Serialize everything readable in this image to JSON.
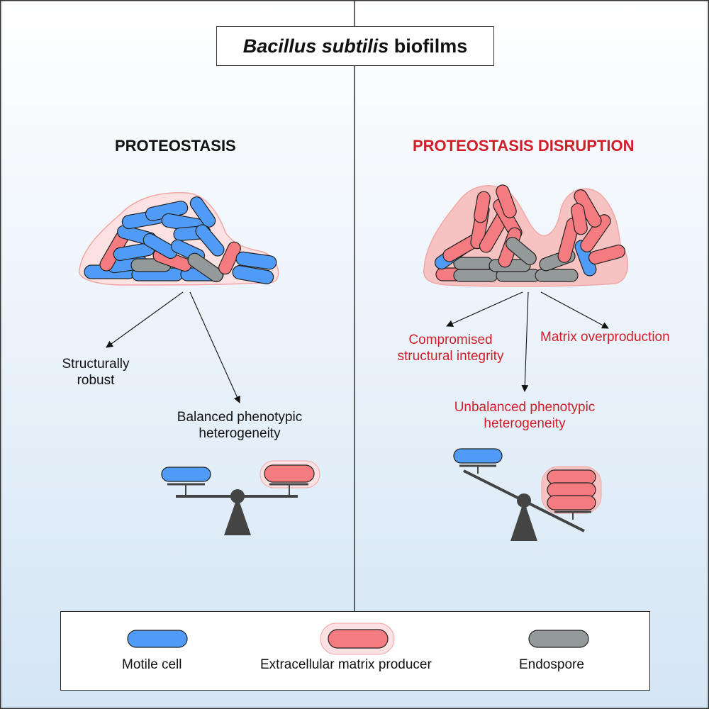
{
  "title": {
    "italic": "Bacillus subtilis",
    "rest": "biofilms"
  },
  "left_panel": {
    "heading": "PROTEOSTASIS",
    "outcome_1": "Structurally\nrobust",
    "outcome_2": "Balanced phenotypic\nheterogeneity"
  },
  "right_panel": {
    "heading": "PROTEOSTASIS DISRUPTION",
    "outcome_1": "Compromised\nstructural integrity",
    "outcome_2": "Matrix overproduction",
    "outcome_3": "Unbalanced phenotypic\nheterogeneity"
  },
  "legend": {
    "motile": "Motile cell",
    "matrix": "Extracellular matrix producer",
    "endospore": "Endospore"
  },
  "colors": {
    "motile_fill": "#4f9bf5",
    "matrix_fill": "#f47b80",
    "matrix_halo": "#f6c2c2",
    "endospore_fill": "#949a99",
    "heading_red": "#d11f2a",
    "balance_gray": "#444444",
    "bg_top": "#ffffff",
    "bg_bottom": "#d4e5f5"
  },
  "icons": [
    "balance-scale-icon",
    "motile-cell-icon",
    "matrix-producer-icon",
    "endospore-icon",
    "arrow-icon"
  ]
}
